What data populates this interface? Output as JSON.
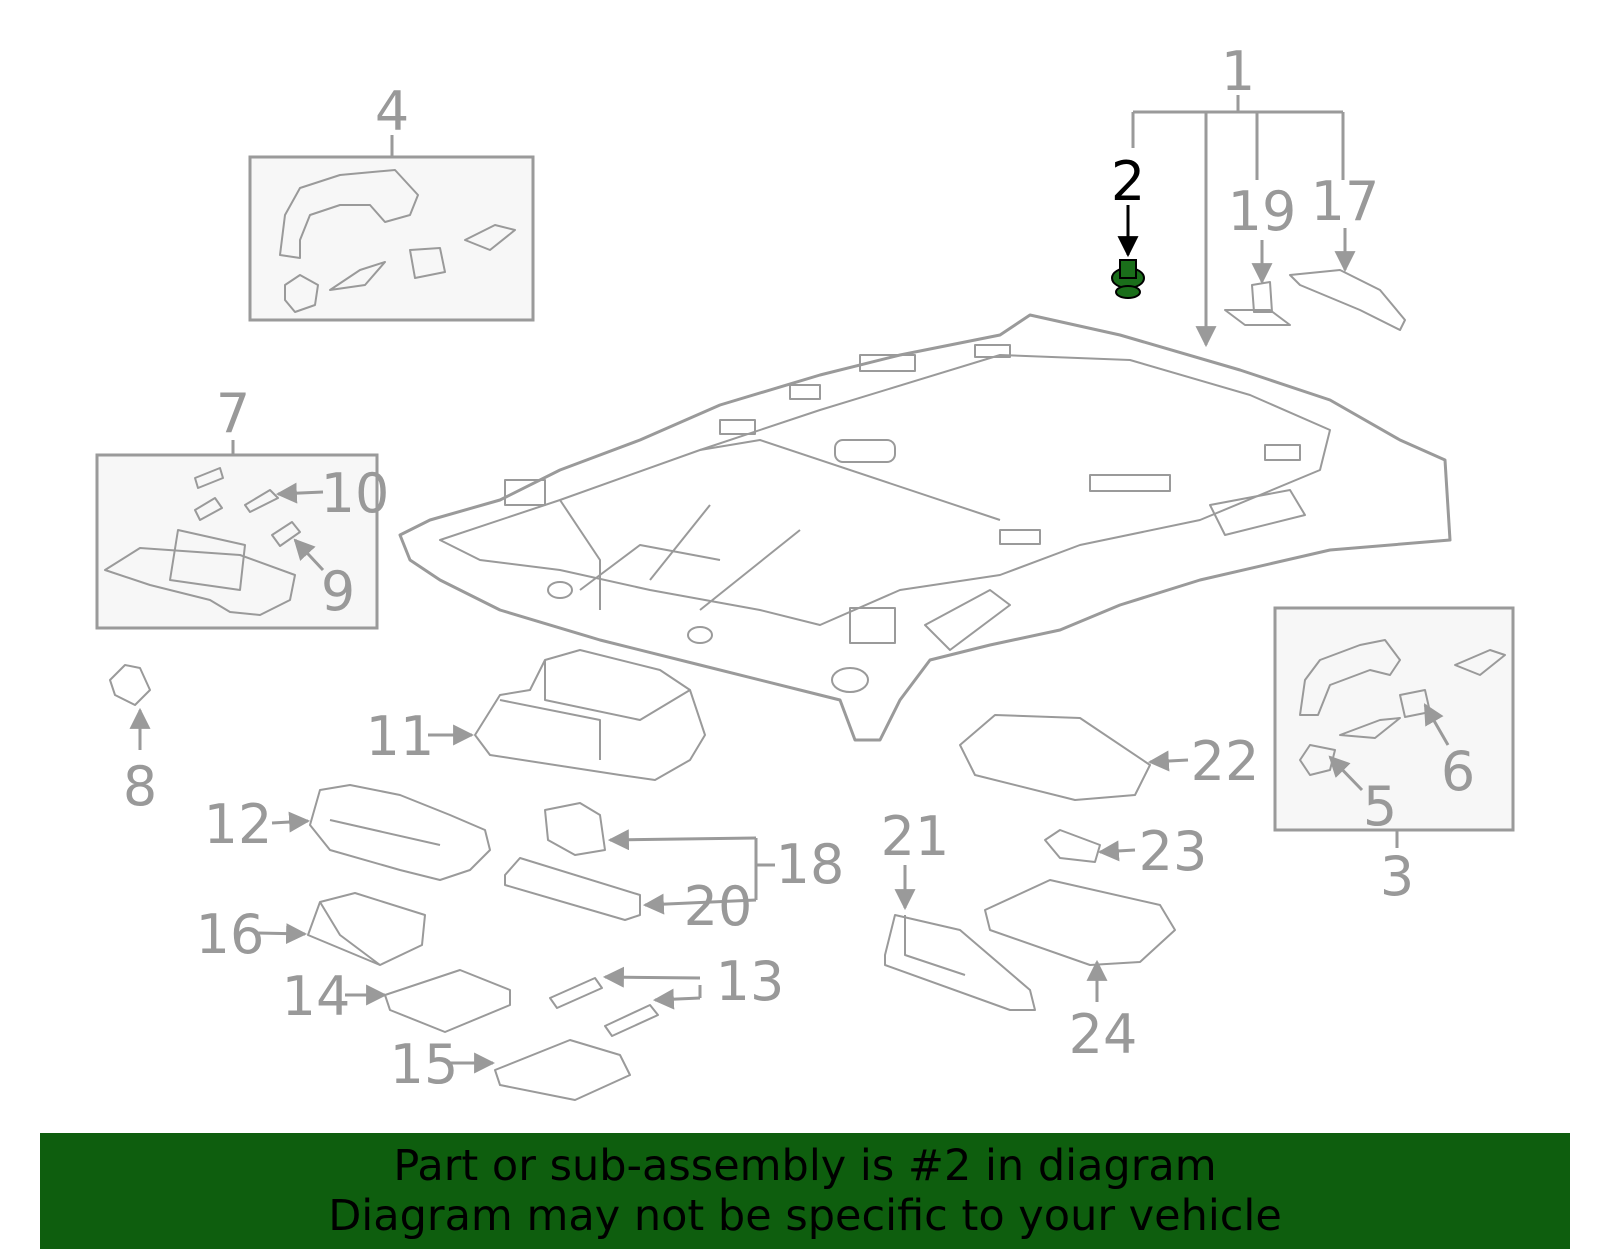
{
  "colors": {
    "part_gray": "#9a9a9a",
    "highlight_part": "#1a6e1a",
    "banner_bg": "#0e5e0e",
    "banner_text": "#000000"
  },
  "callouts": {
    "c1": "1",
    "c2": "2",
    "c3": "3",
    "c4": "4",
    "c5": "5",
    "c6": "6",
    "c7": "7",
    "c8": "8",
    "c9": "9",
    "c10": "10",
    "c11": "11",
    "c12": "12",
    "c13": "13",
    "c14": "14",
    "c15": "15",
    "c16": "16",
    "c17": "17",
    "c18": "18",
    "c19": "19",
    "c20": "20",
    "c21": "21",
    "c22": "22",
    "c23": "23",
    "c24": "24"
  },
  "highlighted_callout": "2",
  "banner": {
    "line1": "Part or sub-assembly is #2 in diagram",
    "line2": "Diagram may not be specific to your vehicle"
  }
}
